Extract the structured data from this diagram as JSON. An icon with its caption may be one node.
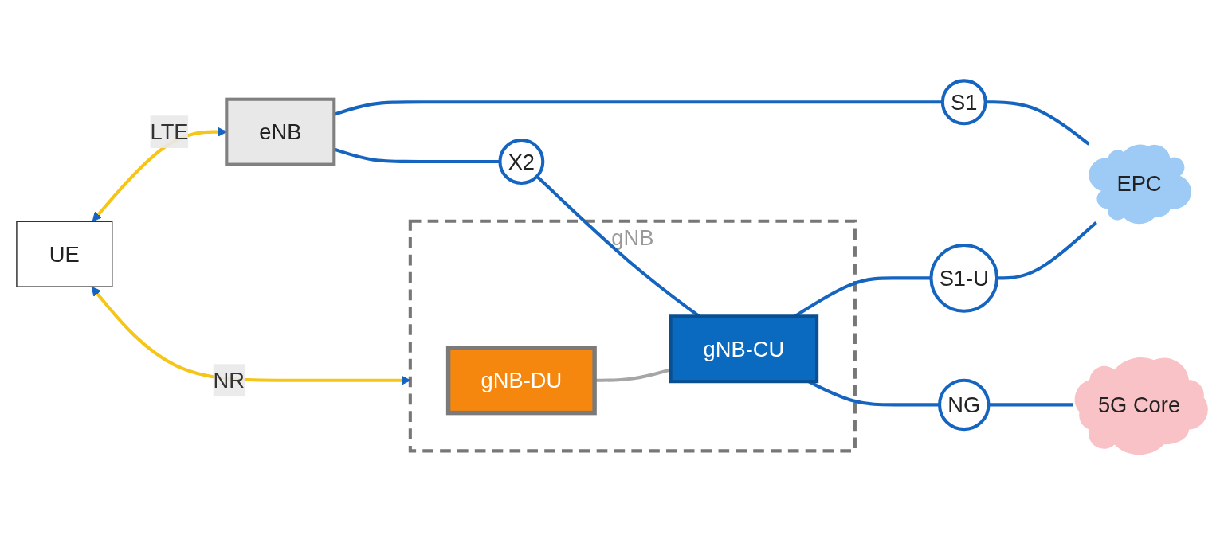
{
  "diagram": {
    "nodes": [
      {
        "text": [
          "UE"
        ]
      },
      {
        "text": [
          "eNB"
        ]
      },
      {
        "text": [
          "S1"
        ]
      },
      {
        "text": [
          "EPC"
        ]
      },
      {
        "text": [
          "X2"
        ]
      },
      {
        "text": [
          "S1-U"
        ]
      },
      {
        "text": [
          "gNB"
        ]
      },
      {
        "text": [
          "gNB-DU"
        ],
        "in": 6
      },
      {
        "text": [
          "gNB-CU"
        ],
        "in": 6
      },
      {
        "text": [
          "NG"
        ]
      },
      {
        "text": [
          "5G Core"
        ]
      }
    ],
    "edges": [
      {
        "from": 0,
        "to": 1,
        "arrow": "both",
        "label": "LTE",
        "color": "#f5c518"
      },
      {
        "from": 0,
        "to": 6,
        "arrow": "both",
        "label": "NR",
        "color": "#f5c518"
      },
      {
        "from": 1,
        "to": 2,
        "arrow": "none"
      },
      {
        "from": 2,
        "to": 3,
        "arrow": "none"
      },
      {
        "from": 1,
        "to": 4,
        "arrow": "none"
      },
      {
        "from": 4,
        "to": 8,
        "arrow": "none"
      },
      {
        "from": 8,
        "to": 5,
        "arrow": "none"
      },
      {
        "from": 5,
        "to": 3,
        "arrow": "none"
      },
      {
        "from": 7,
        "to": 8,
        "arrow": "none",
        "color": "#a6a6a6"
      },
      {
        "from": 8,
        "to": 9,
        "arrow": "none"
      },
      {
        "from": 9,
        "to": 10,
        "arrow": "none"
      }
    ]
  }
}
